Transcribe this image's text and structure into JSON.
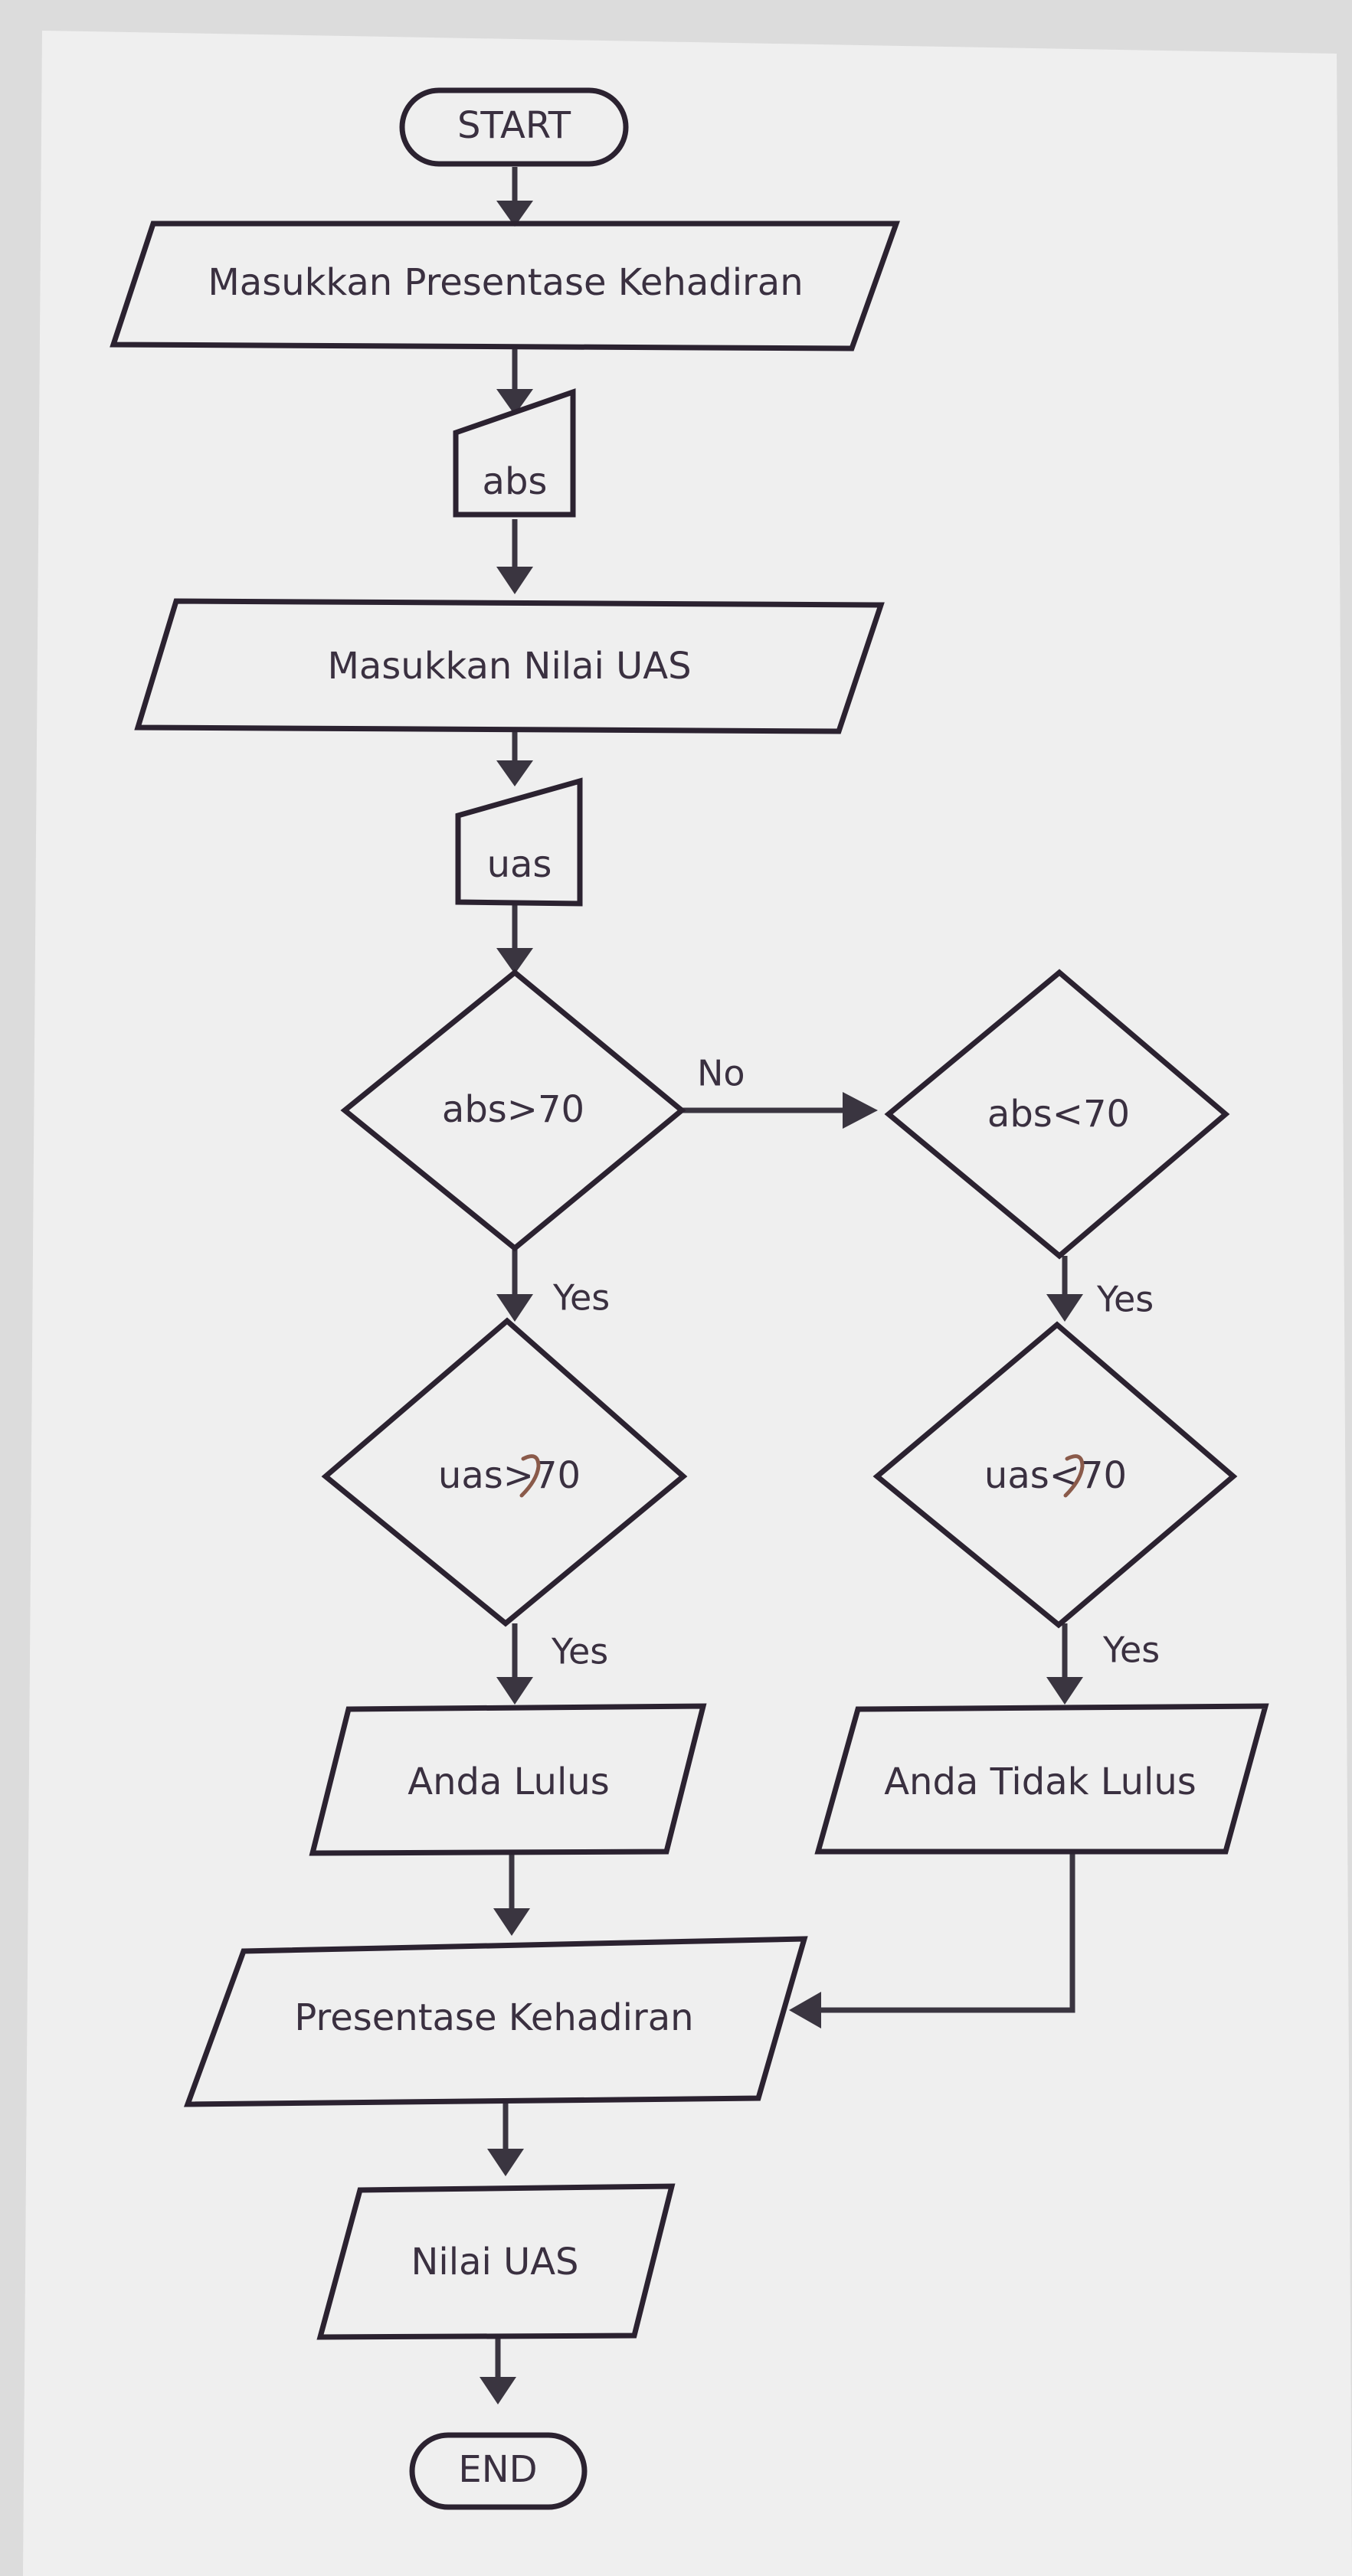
{
  "flowchart": {
    "nodes": {
      "start": "START",
      "input_prompt_attendance": "Masukkan Presentase Kehadiran",
      "input_abs": "abs",
      "input_prompt_uas": "Masukkan Nilai UAS",
      "input_uas": "uas",
      "decision_abs_gt": "abs>70",
      "decision_abs_lt": "abs<70",
      "decision_uas_gt": "uas>70",
      "decision_uas_lt": "uas<70",
      "output_pass": "Anda Lulus",
      "output_fail": "Anda Tidak Lulus",
      "output_attendance": "Presentase Kehadiran",
      "output_uas": "Nilai UAS",
      "end": "END"
    },
    "edge_labels": {
      "no": "No",
      "yes_abs_gt": "Yes",
      "yes_abs_lt": "Yes",
      "yes_uas_gt": "Yes",
      "yes_uas_lt": "Yes"
    }
  },
  "colors": {
    "paper": "#efefef",
    "background": "#dcdcdc",
    "stroke": "#2b2230",
    "text": "#3a3040",
    "handwritten_mark": "#8a5a4a"
  }
}
